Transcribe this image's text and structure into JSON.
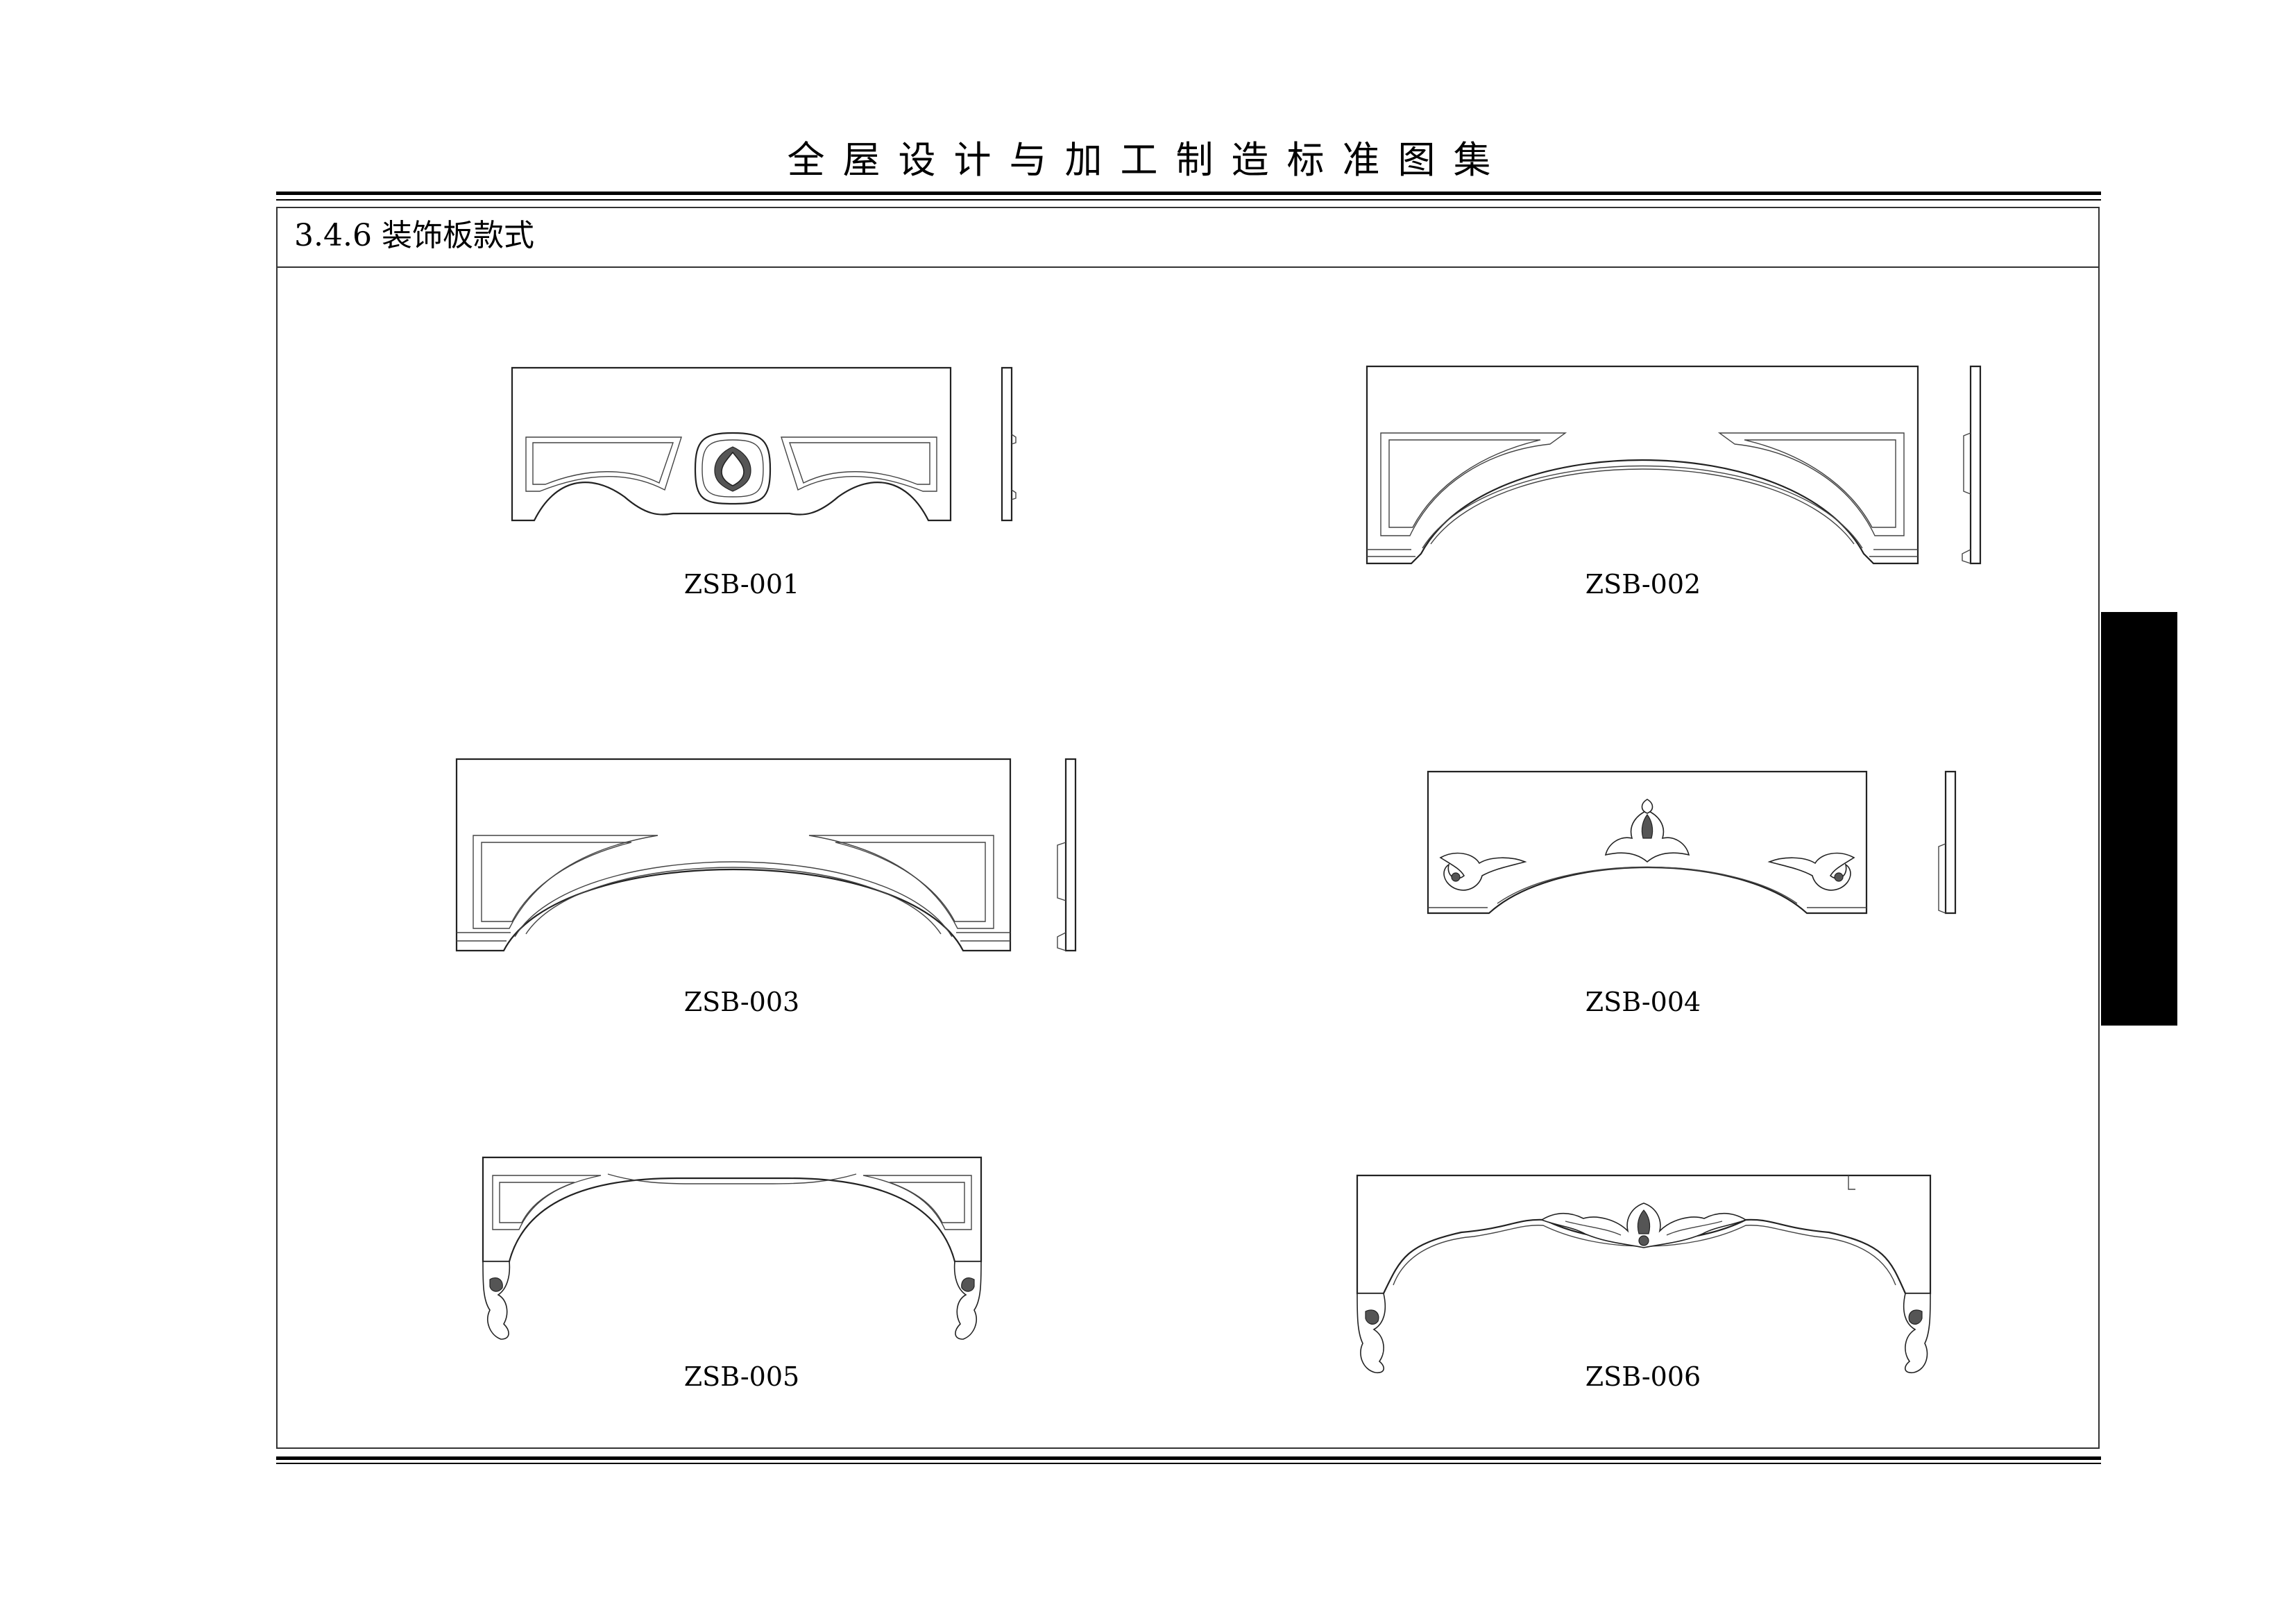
{
  "header": {
    "title": "全屋设计与加工制造标准图集"
  },
  "section": {
    "heading": "3.4.6 装饰板款式"
  },
  "panels": [
    {
      "code": "ZSB-001"
    },
    {
      "code": "ZSB-002"
    },
    {
      "code": "ZSB-003"
    },
    {
      "code": "ZSB-004"
    },
    {
      "code": "ZSB-005"
    },
    {
      "code": "ZSB-006"
    }
  ],
  "colors": {
    "line": "#222222",
    "tab": "#000000",
    "background": "#ffffff"
  }
}
